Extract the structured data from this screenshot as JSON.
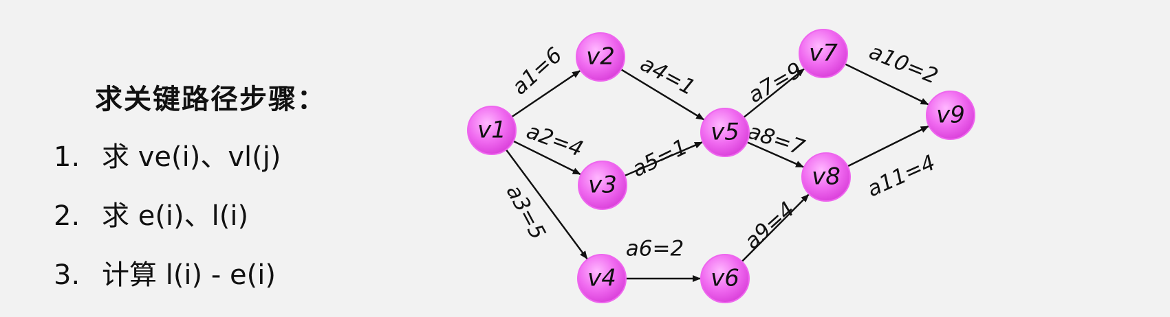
{
  "heading": "求关键路径步骤：",
  "steps": [
    {
      "num": "1.",
      "text": "求 ve(i)、vl(j)"
    },
    {
      "num": "2.",
      "text": "求 e(i)、l(i)"
    },
    {
      "num": "3.",
      "text": "计算 l(i) - e(i)"
    }
  ],
  "graph": {
    "node_color": "#ee66ee",
    "nodes": [
      {
        "id": "v1",
        "label": "v1"
      },
      {
        "id": "v2",
        "label": "v2"
      },
      {
        "id": "v3",
        "label": "v3"
      },
      {
        "id": "v4",
        "label": "v4"
      },
      {
        "id": "v5",
        "label": "v5"
      },
      {
        "id": "v6",
        "label": "v6"
      },
      {
        "id": "v7",
        "label": "v7"
      },
      {
        "id": "v8",
        "label": "v8"
      },
      {
        "id": "v9",
        "label": "v9"
      }
    ],
    "edges": [
      {
        "from": "v1",
        "to": "v2",
        "label": "a1=6"
      },
      {
        "from": "v1",
        "to": "v3",
        "label": "a2=4"
      },
      {
        "from": "v1",
        "to": "v4",
        "label": "a3=5"
      },
      {
        "from": "v2",
        "to": "v5",
        "label": "a4=1"
      },
      {
        "from": "v3",
        "to": "v5",
        "label": "a5=1"
      },
      {
        "from": "v4",
        "to": "v6",
        "label": "a6=2"
      },
      {
        "from": "v5",
        "to": "v7",
        "label": "a7=9"
      },
      {
        "from": "v5",
        "to": "v8",
        "label": "a8=7"
      },
      {
        "from": "v6",
        "to": "v8",
        "label": "a9=4"
      },
      {
        "from": "v7",
        "to": "v9",
        "label": "a10=2"
      },
      {
        "from": "v8",
        "to": "v9",
        "label": "a11=4"
      }
    ]
  }
}
